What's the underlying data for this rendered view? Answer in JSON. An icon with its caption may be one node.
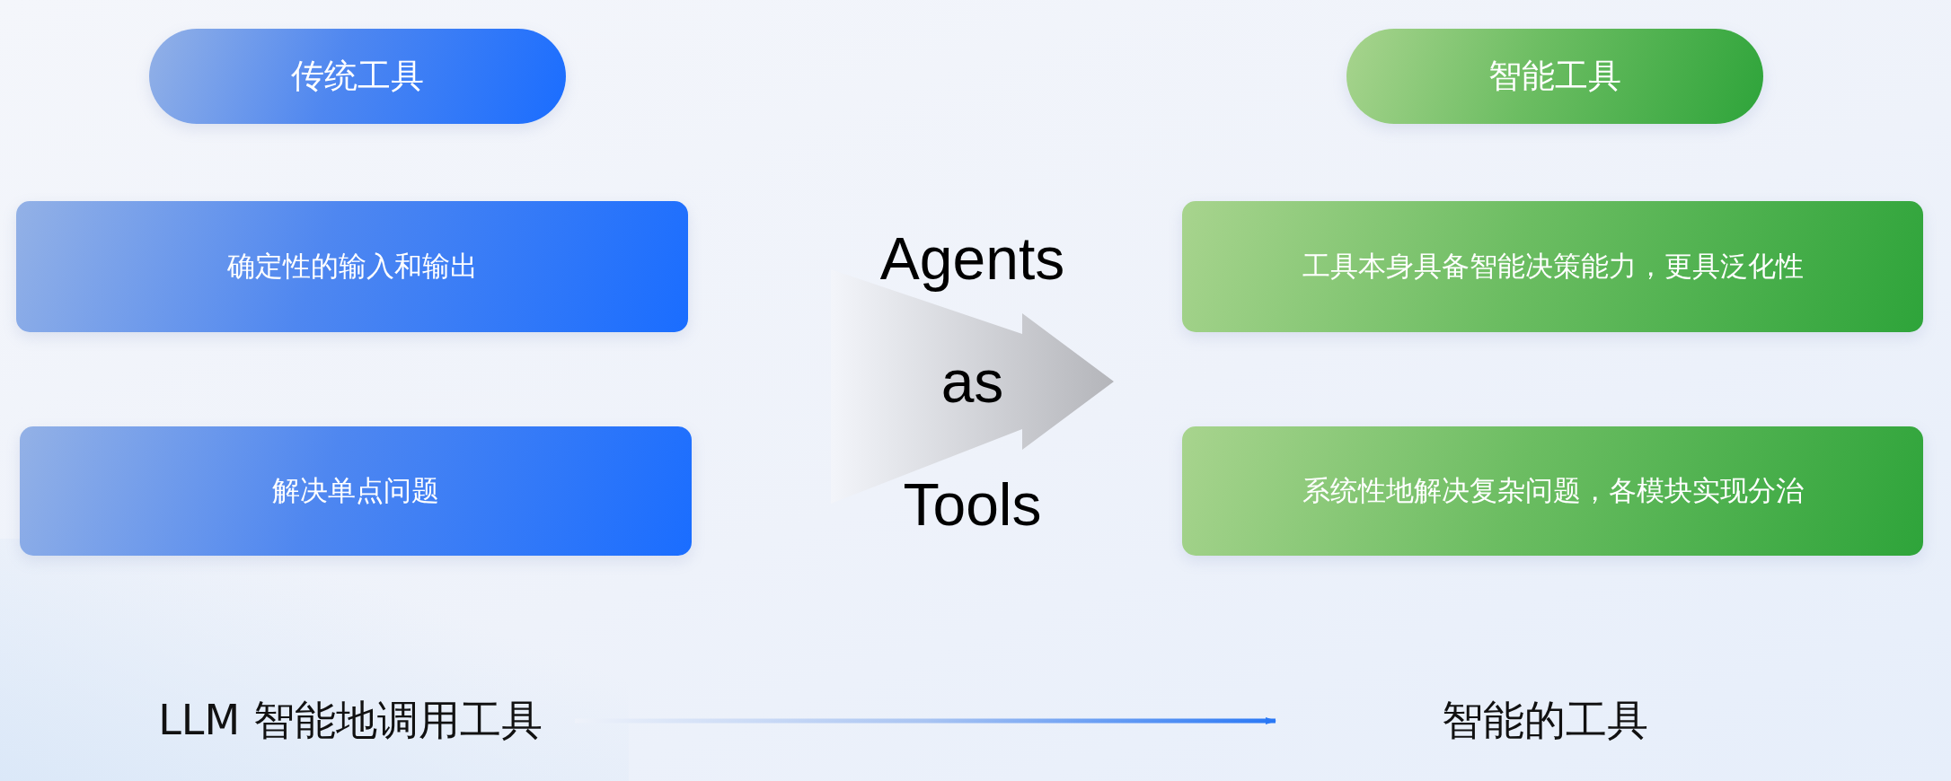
{
  "diagram": {
    "nodes": [
      {
        "text": [
          "传统工具"
        ]
      },
      {
        "text": [
          "智能工具"
        ]
      },
      {
        "text": [
          "确定性的输入和输出"
        ]
      },
      {
        "text": [
          "工具本身具备智能决策能力，更具泛化性"
        ]
      },
      {
        "text": [
          "解决单点问题"
        ]
      },
      {
        "text": [
          "系统性地解决复杂问题，各模块实现分治"
        ]
      },
      {
        "text": [
          "Agents as Tools"
        ]
      },
      {
        "text": [
          "LLM 智能地调用工具"
        ]
      },
      {
        "text": [
          "智能的工具"
        ]
      }
    ],
    "edges": [
      {
        "from": 7,
        "to": 8,
        "arrow": "to"
      }
    ]
  }
}
